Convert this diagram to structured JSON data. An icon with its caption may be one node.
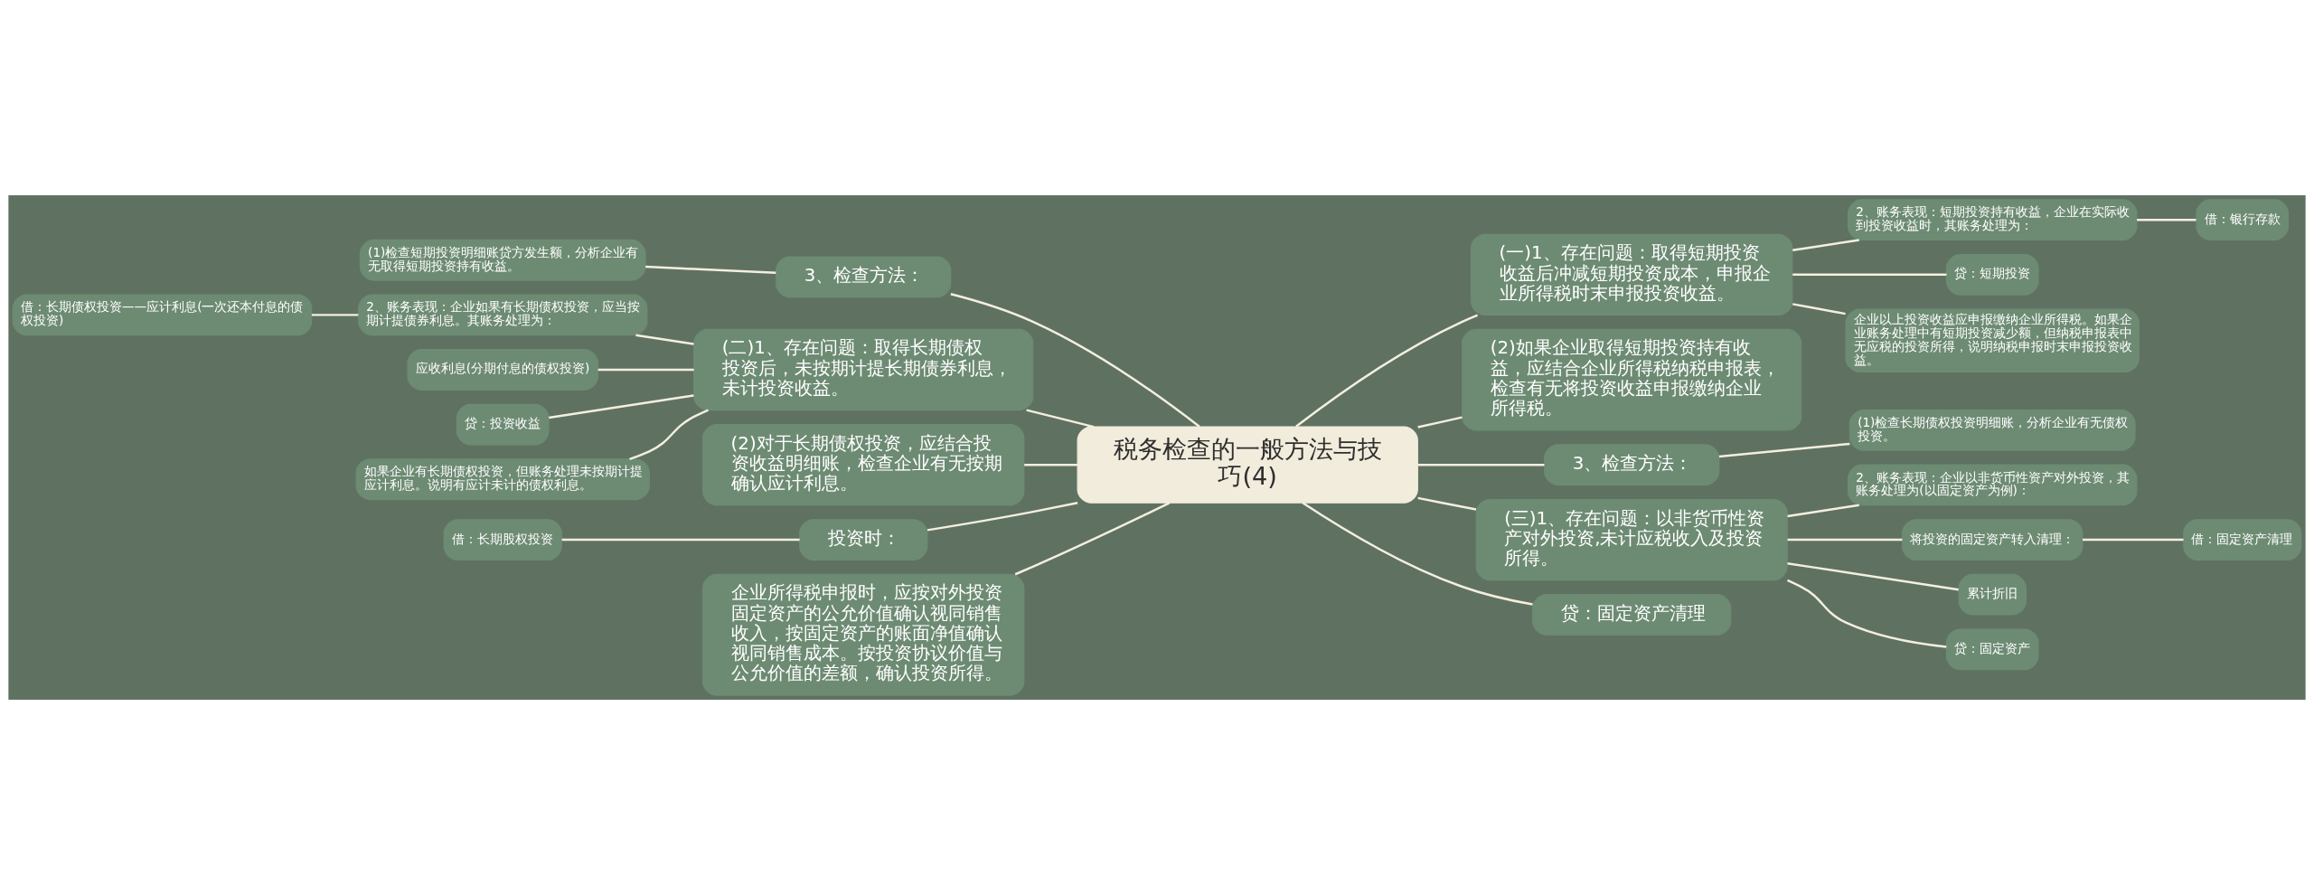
{
  "diagram": {
    "nodes": [
      {
        "text": [
          "税务检查的一般方法与技巧(4)"
        ]
      },
      {
        "text": [
          "(一)1、存在问题：取得短期投资收益后冲减短期投资成本，申报企业所得税时末申报投资收益。"
        ]
      },
      {
        "text": [
          "2、账务表现：短期投资持有收益，企业在实际收到投资收益时，其账务处理为："
        ]
      },
      {
        "text": [
          "借：银行存款"
        ]
      },
      {
        "text": [
          "贷：短期投资"
        ]
      },
      {
        "text": [
          "企业以上投资收益应申报缴纳企业所得税。如果企业账务处理中有短期投资减少额，但纳税申报表中无应税的投资所得，说明纳税申报时末申报投资收益。"
        ]
      },
      {
        "text": [
          "(2)如果企业取得短期投资持有收益，应结合企业所得税纳税申报表，检查有无将投资收益申报缴纳企业所得税。"
        ]
      },
      {
        "text": [
          "3、检查方法："
        ]
      },
      {
        "text": [
          "(1)检查长期债权投资明细账，分析企业有无债权投资。"
        ]
      },
      {
        "text": [
          "(三)1、存在问题：以非货币性资产对外投资,未计应税收入及投资所得。"
        ]
      },
      {
        "text": [
          "2、账务表现：企业以非货币性资产对外投资，其账务处理为(以固定资产为例)："
        ]
      },
      {
        "text": [
          "将投资的固定资产转入清理："
        ]
      },
      {
        "text": [
          "借：固定资产清理"
        ]
      },
      {
        "text": [
          "累计折旧"
        ]
      },
      {
        "text": [
          "贷：固定资产"
        ]
      },
      {
        "text": [
          "贷：固定资产清理"
        ]
      },
      {
        "text": [
          "3、检查方法："
        ]
      },
      {
        "text": [
          "(1)检查短期投资明细账贷方发生额，分析企业有无取得短期投资持有收益。"
        ]
      },
      {
        "text": [
          "(二)1、存在问题：取得长期债权投资后，未按期计提长期债券利息，未计投资收益。"
        ]
      },
      {
        "text": [
          "2、账务表现：企业如果有长期债权投资，应当按期计提债券利息。其账务处理为："
        ]
      },
      {
        "text": [
          "借：长期债权投资——应计利息(一次还本付息的债权投资)"
        ]
      },
      {
        "text": [
          "应收利息(分期付息的债权投资)"
        ]
      },
      {
        "text": [
          "贷：投资收益"
        ]
      },
      {
        "text": [
          "如果企业有长期债权投资，但账务处理未按期计提应计利息。说明有应计未计的债权利息。"
        ]
      },
      {
        "text": [
          "(2)对于长期债权投资，应结合投资收益明细账，检查企业有无按期确认应计利息。"
        ]
      },
      {
        "text": [
          "投资时："
        ]
      },
      {
        "text": [
          "借：长期股权投资"
        ]
      },
      {
        "text": [
          "企业所得税申报时，应按对外投资固定资产的公允价值确认视同销售收入，按固定资产的账面净值确认视同销售成本。按投资协议价值与公允价值的差额，确认投资所得。"
        ]
      }
    ],
    "edges": [
      {
        "from": 0,
        "to": 1,
        "arrow": "none"
      },
      {
        "from": 1,
        "to": 2,
        "arrow": "none"
      },
      {
        "from": 2,
        "to": 3,
        "arrow": "none"
      },
      {
        "from": 1,
        "to": 4,
        "arrow": "none"
      },
      {
        "from": 1,
        "to": 5,
        "arrow": "none"
      },
      {
        "from": 0,
        "to": 6,
        "arrow": "none"
      },
      {
        "from": 0,
        "to": 7,
        "arrow": "none"
      },
      {
        "from": 7,
        "to": 8,
        "arrow": "none"
      },
      {
        "from": 0,
        "to": 9,
        "arrow": "none"
      },
      {
        "from": 9,
        "to": 10,
        "arrow": "none"
      },
      {
        "from": 9,
        "to": 11,
        "arrow": "none"
      },
      {
        "from": 11,
        "to": 12,
        "arrow": "none"
      },
      {
        "from": 9,
        "to": 13,
        "arrow": "none"
      },
      {
        "from": 9,
        "to": 14,
        "arrow": "none"
      },
      {
        "from": 0,
        "to": 15,
        "arrow": "none"
      },
      {
        "from": 0,
        "to": 16,
        "arrow": "none"
      },
      {
        "from": 16,
        "to": 17,
        "arrow": "none"
      },
      {
        "from": 0,
        "to": 18,
        "arrow": "none"
      },
      {
        "from": 18,
        "to": 19,
        "arrow": "none"
      },
      {
        "from": 19,
        "to": 20,
        "arrow": "none"
      },
      {
        "from": 18,
        "to": 21,
        "arrow": "none"
      },
      {
        "from": 18,
        "to": 22,
        "arrow": "none"
      },
      {
        "from": 18,
        "to": 23,
        "arrow": "none"
      },
      {
        "from": 0,
        "to": 24,
        "arrow": "none"
      },
      {
        "from": 0,
        "to": 25,
        "arrow": "none"
      },
      {
        "from": 25,
        "to": 26,
        "arrow": "none"
      },
      {
        "from": 0,
        "to": 27,
        "arrow": "none"
      }
    ]
  }
}
